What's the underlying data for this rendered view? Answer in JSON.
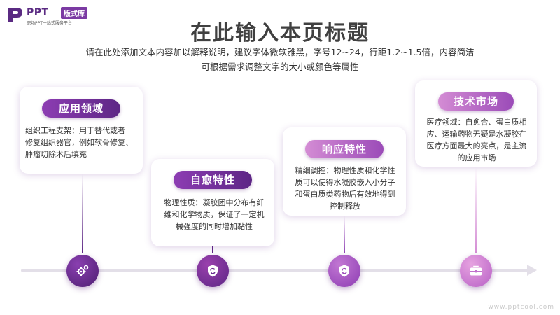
{
  "logo": {
    "brand": "PPT",
    "badge": "版式库",
    "tagline": "职场PPT一站式服务平台"
  },
  "header": {
    "title": "在此输入本页标题",
    "description_line1": "请在此处添加文本内容加以解释说明，建议字体微软雅黑，字号12~24，行距1.2~1.5倍，内容简洁",
    "description_line2": "可根据需求调整文字的大小或颜色等属性"
  },
  "cards": [
    {
      "title": "应用领域",
      "lines": [
        "组织工程支架：用于替代或者",
        "修复组织器官，例如软骨修复、",
        "肿瘤切除术后填充"
      ],
      "icon": "gears-icon"
    },
    {
      "title": "自愈特性",
      "lines": [
        "物理性质：凝胶团中分布有纤",
        "维和化学物质，保证了一定机",
        "械强度的同时增加黏性"
      ],
      "icon": "shield-refresh-icon"
    },
    {
      "title": "响应特性",
      "lines": [
        "精细调控：物理性质和化学性",
        "质可以使得水凝胶嵌入小分子",
        "和蛋白质类药物后有效地得到",
        "控制释放"
      ],
      "icon": "shield-refresh-icon"
    },
    {
      "title": "技术市场",
      "lines": [
        "医疗领域：自愈合、蛋白质相",
        "应、运输药物无疑是水凝胶在",
        "医疗方面最大的亮点，是主流",
        "的应用市场"
      ],
      "icon": "toolbox-icon"
    }
  ],
  "watermark": "www.pptcool.com",
  "colors": {
    "accent_dark": "#5d2685",
    "accent_mid": "#8d3db3",
    "accent_light": "#d48cd4",
    "track": "#e3dfe8"
  }
}
